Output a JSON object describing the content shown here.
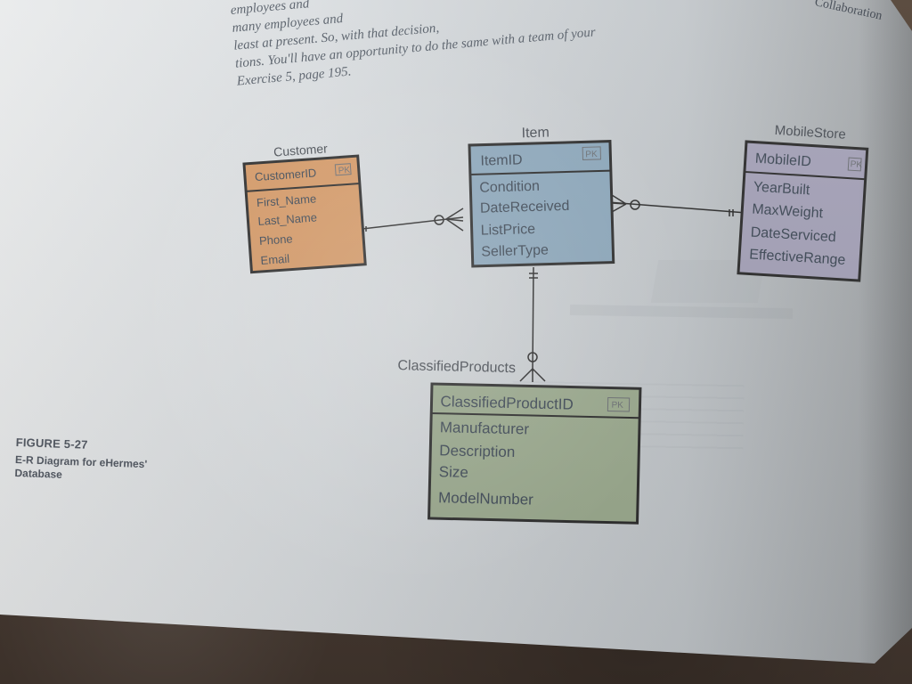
{
  "page_header": {
    "line1": "employees and",
    "line2": "many employees and",
    "line3": "least at present. So, with that decision,",
    "line4": "tions. You'll have an opportunity to do the same with a team of your",
    "line5": "Exercise 5, page 195.",
    "right_fragment": "Collaboration"
  },
  "figure": {
    "title": "FIGURE 5-27",
    "caption_line1": "E-R Diagram for eHermes'",
    "caption_line2": "Database"
  },
  "entities": {
    "customer": {
      "title": "Customer",
      "key": "CustomerID",
      "pk": "PK",
      "fields": [
        "First_Name",
        "Last_Name",
        "Phone",
        "Email"
      ],
      "color": "#d69a67"
    },
    "item": {
      "title": "Item",
      "key": "ItemID",
      "pk": "PK",
      "fields": [
        "Condition",
        "DateReceived",
        "ListPrice",
        "SellerType"
      ],
      "color": "#8ca7bb"
    },
    "mobile_store": {
      "title": "MobileStore",
      "key": "MobileID",
      "pk": "PK",
      "fields": [
        "YearBuilt",
        "MaxWeight",
        "DateServiced",
        "EffectiveRange"
      ],
      "color": "#a5a2b8"
    },
    "classified_products": {
      "title": "ClassifiedProducts",
      "key": "ClassifiedProductID",
      "pk": "PK",
      "fields": [
        "Manufacturer",
        "Description",
        "Size",
        "ModelNumber"
      ],
      "color": "#9cab8f"
    }
  }
}
